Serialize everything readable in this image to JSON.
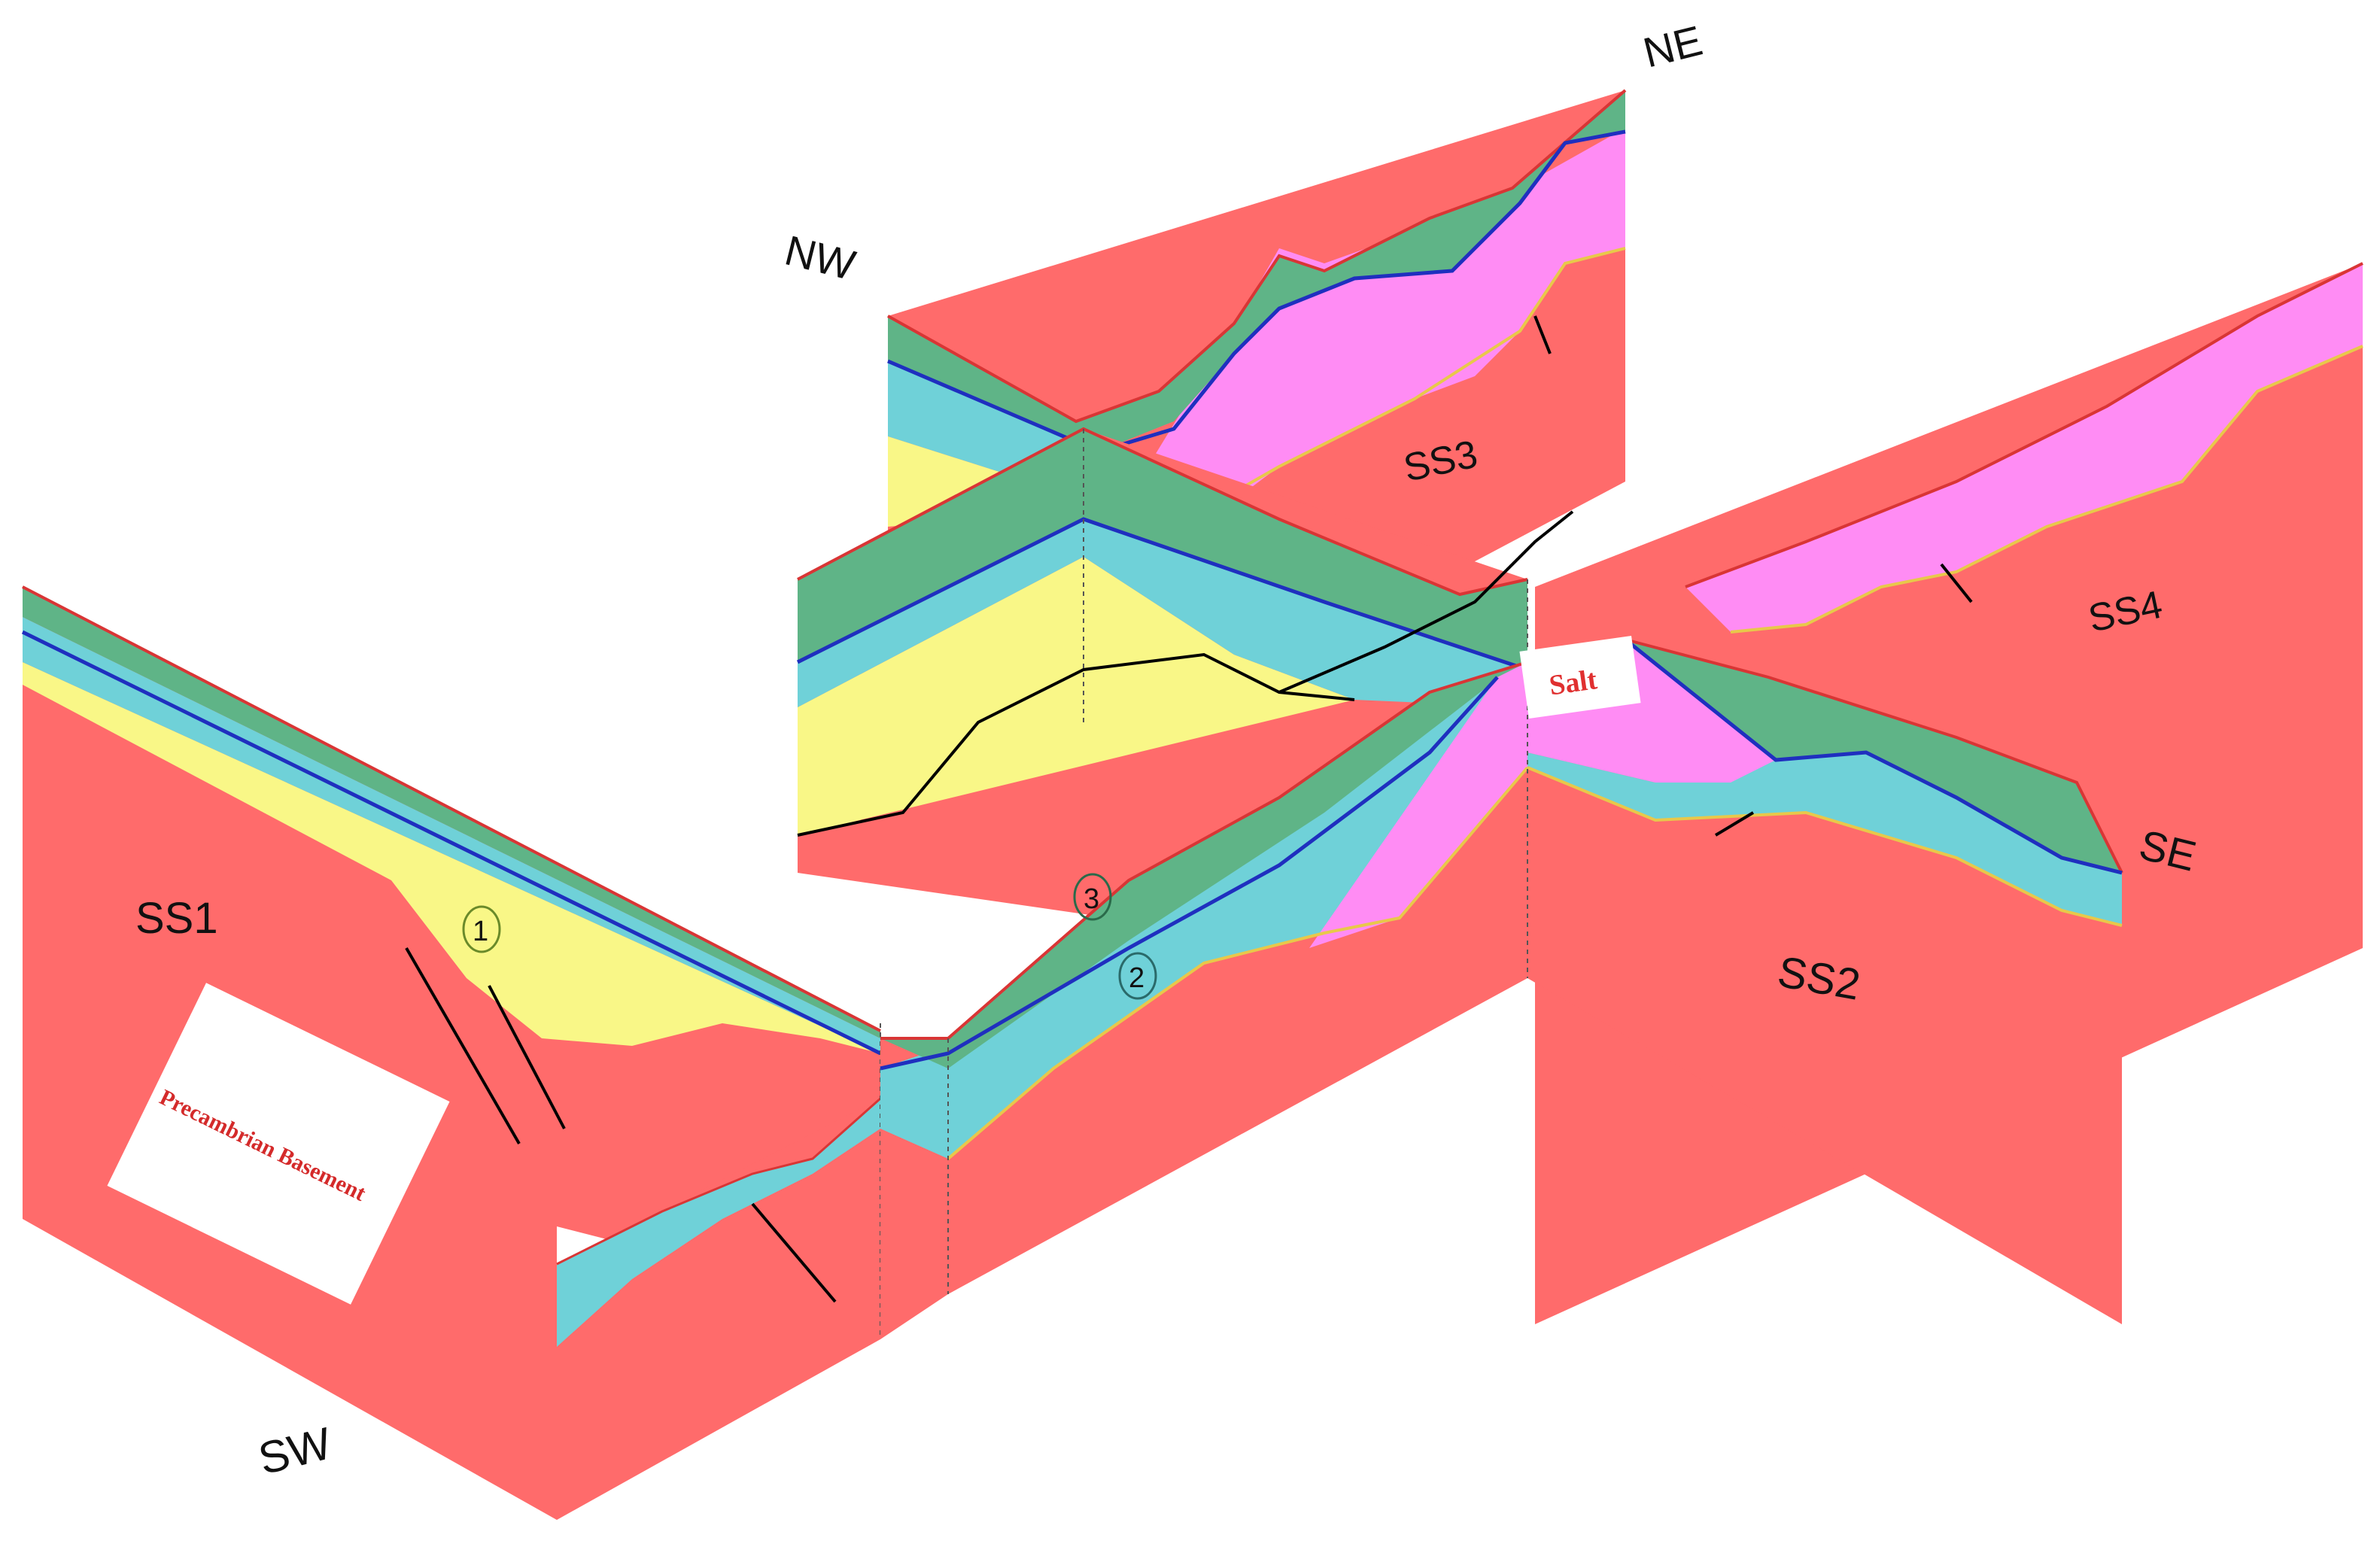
{
  "diagram": {
    "directions": {
      "nw": "NW",
      "ne": "NE",
      "se": "SE",
      "sw": "SW"
    },
    "sections": {
      "ss1": "SS1",
      "ss2": "SS2",
      "ss3": "SS3",
      "ss4": "SS4"
    },
    "labels": {
      "basement": "Precambrian Basement",
      "salt": "Salt"
    },
    "markers": {
      "m1": "1",
      "m2": "2",
      "m3": "3"
    },
    "colors": {
      "basement": "#ff6b6b",
      "yellow_unit": "#f9f787",
      "cyan_unit": "#6fd1d8",
      "green_unit": "#5fb487",
      "salt": "#ff8cf4",
      "blue_horizon": "#1f2fbf",
      "top_surface": "#d93535",
      "salt_label_text": "#e03030",
      "basement_label_text": "#d42a2a"
    }
  }
}
